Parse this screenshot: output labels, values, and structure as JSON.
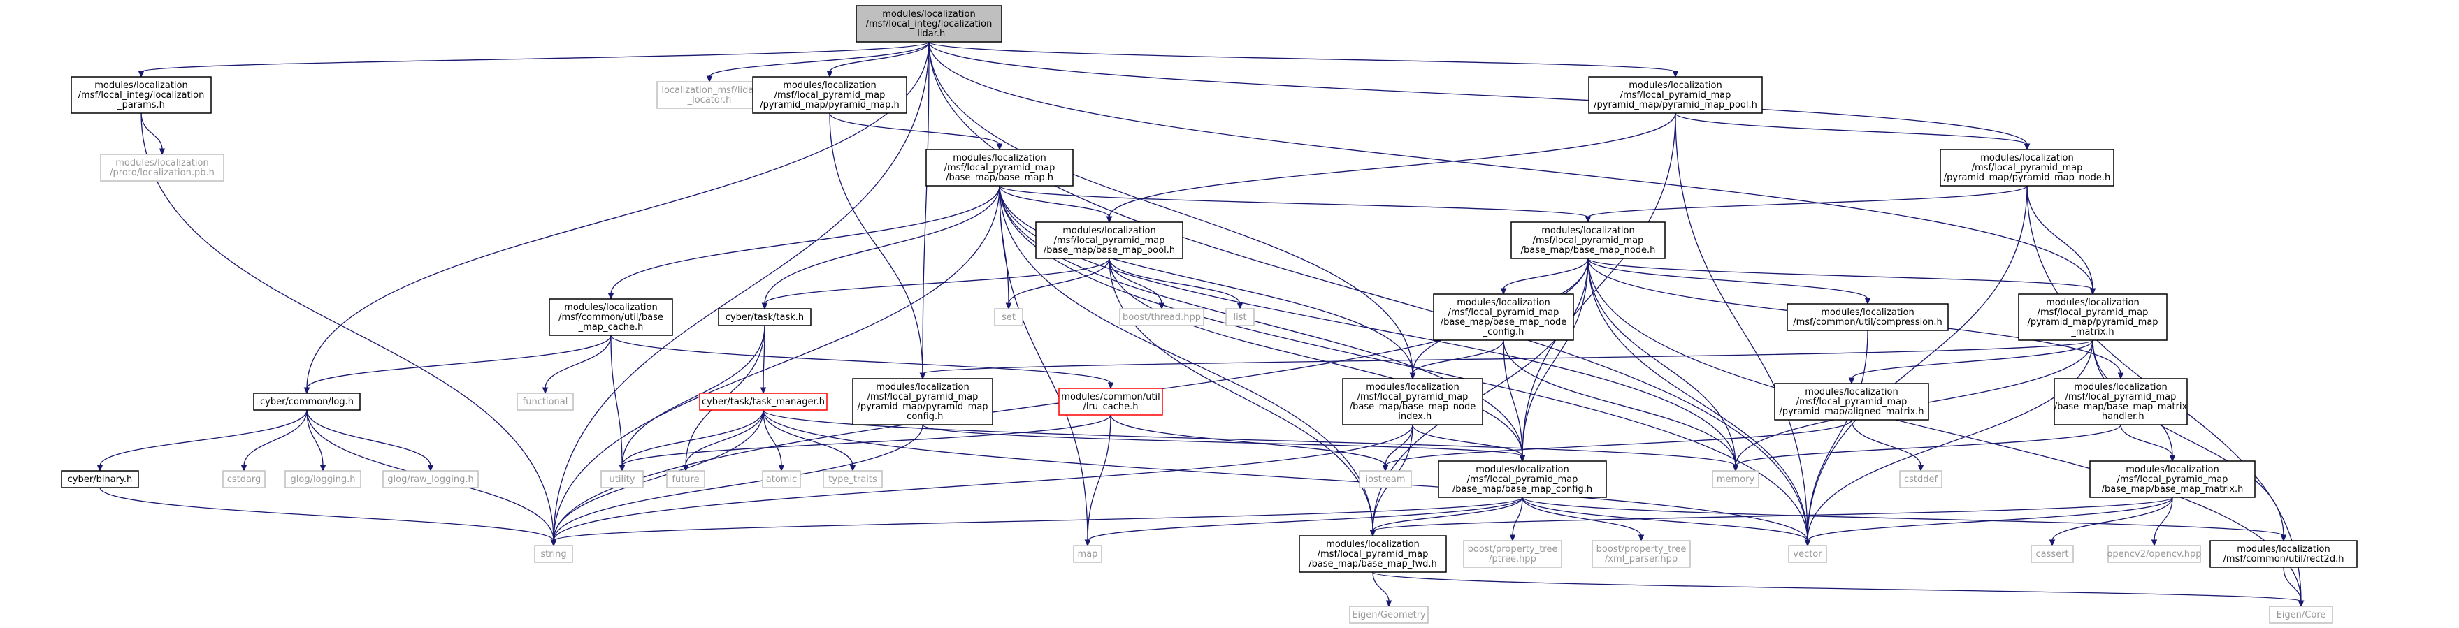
{
  "colors": {
    "edge": "#191970",
    "solid_border": "#000000",
    "missing_border": "#bfbfbf",
    "truncated_border": "#ff0000",
    "root_fill": "#bfbfbf",
    "node_fill": "#ffffff",
    "gray_text": "#9a9a9a"
  },
  "nodes": [
    {
      "id": "root",
      "kind": "root",
      "lines": [
        "modules/localization",
        "/msf/local_integ/localization",
        "_lidar.h"
      ]
    },
    {
      "id": "params",
      "kind": "solid",
      "lines": [
        "modules/localization",
        "/msf/local_integ/localization",
        "_params.h"
      ]
    },
    {
      "id": "proto",
      "kind": "missing",
      "lines": [
        "modules/localization",
        "/proto/localization.pb.h"
      ]
    },
    {
      "id": "lidar_locator",
      "kind": "missing",
      "lines": [
        "localization_msf/lidar",
        "_locator.h"
      ]
    },
    {
      "id": "pyramid_map",
      "kind": "solid",
      "lines": [
        "modules/localization",
        "/msf/local_pyramid_map",
        "/pyramid_map/pyramid_map.h"
      ]
    },
    {
      "id": "pyramid_map_pool",
      "kind": "solid",
      "lines": [
        "modules/localization",
        "/msf/local_pyramid_map",
        "/pyramid_map/pyramid_map_pool.h"
      ]
    },
    {
      "id": "pyramid_map_node",
      "kind": "solid",
      "lines": [
        "modules/localization",
        "/msf/local_pyramid_map",
        "/pyramid_map/pyramid_map_node.h"
      ]
    },
    {
      "id": "base_map",
      "kind": "solid",
      "lines": [
        "modules/localization",
        "/msf/local_pyramid_map",
        "/base_map/base_map.h"
      ]
    },
    {
      "id": "base_map_pool",
      "kind": "solid",
      "lines": [
        "modules/localization",
        "/msf/local_pyramid_map",
        "/base_map/base_map_pool.h"
      ]
    },
    {
      "id": "base_map_node",
      "kind": "solid",
      "lines": [
        "modules/localization",
        "/msf/local_pyramid_map",
        "/base_map/base_map_node.h"
      ]
    },
    {
      "id": "set",
      "kind": "missing",
      "lines": [
        "set"
      ]
    },
    {
      "id": "boost_thread",
      "kind": "missing",
      "lines": [
        "boost/thread.hpp"
      ]
    },
    {
      "id": "list",
      "kind": "missing",
      "lines": [
        "list"
      ]
    },
    {
      "id": "base_map_node_config",
      "kind": "solid",
      "lines": [
        "modules/localization",
        "/msf/local_pyramid_map",
        "/base_map/base_map_node",
        "_config.h"
      ]
    },
    {
      "id": "compression",
      "kind": "solid",
      "lines": [
        "modules/localization",
        "/msf/common/util/compression.h"
      ]
    },
    {
      "id": "pyramid_map_matrix",
      "kind": "solid",
      "lines": [
        "modules/localization",
        "/msf/local_pyramid_map",
        "/pyramid_map/pyramid_map",
        "_matrix.h"
      ]
    },
    {
      "id": "base_map_cache",
      "kind": "solid",
      "lines": [
        "modules/localization",
        "/msf/common/util/base",
        "_map_cache.h"
      ]
    },
    {
      "id": "task",
      "kind": "solid",
      "lines": [
        "cyber/task/task.h"
      ]
    },
    {
      "id": "functional",
      "kind": "missing",
      "lines": [
        "functional"
      ]
    },
    {
      "id": "task_manager",
      "kind": "truncated",
      "lines": [
        "cyber/task/task_manager.h"
      ]
    },
    {
      "id": "pyramid_map_config",
      "kind": "solid",
      "lines": [
        "modules/localization",
        "/msf/local_pyramid_map",
        "/pyramid_map/pyramid_map",
        "_config.h"
      ]
    },
    {
      "id": "lru_cache",
      "kind": "truncated",
      "lines": [
        "modules/common/util",
        "/lru_cache.h"
      ]
    },
    {
      "id": "base_map_node_index",
      "kind": "solid",
      "lines": [
        "modules/localization",
        "/msf/local_pyramid_map",
        "/base_map/base_map_node",
        "_index.h"
      ]
    },
    {
      "id": "aligned_matrix",
      "kind": "solid",
      "lines": [
        "modules/localization",
        "/msf/local_pyramid_map",
        "/pyramid_map/aligned_matrix.h"
      ]
    },
    {
      "id": "base_map_matrix_handler",
      "kind": "solid",
      "lines": [
        "modules/localization",
        "/msf/local_pyramid_map",
        "/base_map/base_map_matrix",
        "_handler.h"
      ]
    },
    {
      "id": "log",
      "kind": "solid",
      "lines": [
        "cyber/common/log.h"
      ]
    },
    {
      "id": "binary",
      "kind": "solid",
      "lines": [
        "cyber/binary.h"
      ]
    },
    {
      "id": "cstdarg",
      "kind": "missing",
      "lines": [
        "cstdarg"
      ]
    },
    {
      "id": "glog_logging",
      "kind": "missing",
      "lines": [
        "glog/logging.h"
      ]
    },
    {
      "id": "glog_raw_logging",
      "kind": "missing",
      "lines": [
        "glog/raw_logging.h"
      ]
    },
    {
      "id": "utility",
      "kind": "missing",
      "lines": [
        "utility"
      ]
    },
    {
      "id": "future",
      "kind": "missing",
      "lines": [
        "future"
      ]
    },
    {
      "id": "atomic",
      "kind": "missing",
      "lines": [
        "atomic"
      ]
    },
    {
      "id": "type_traits",
      "kind": "missing",
      "lines": [
        "type_traits"
      ]
    },
    {
      "id": "iostream",
      "kind": "missing",
      "lines": [
        "iostream"
      ]
    },
    {
      "id": "base_map_config",
      "kind": "solid",
      "lines": [
        "modules/localization",
        "/msf/local_pyramid_map",
        "/base_map/base_map_config.h"
      ]
    },
    {
      "id": "memory",
      "kind": "missing",
      "lines": [
        "memory"
      ]
    },
    {
      "id": "cstddef",
      "kind": "missing",
      "lines": [
        "cstddef"
      ]
    },
    {
      "id": "base_map_matrix",
      "kind": "solid",
      "lines": [
        "modules/localization",
        "/msf/local_pyramid_map",
        "/base_map/base_map_matrix.h"
      ]
    },
    {
      "id": "string",
      "kind": "missing",
      "lines": [
        "string"
      ]
    },
    {
      "id": "map",
      "kind": "missing",
      "lines": [
        "map"
      ]
    },
    {
      "id": "base_map_fwd",
      "kind": "solid",
      "lines": [
        "modules/localization",
        "/msf/local_pyramid_map",
        "/base_map/base_map_fwd.h"
      ]
    },
    {
      "id": "ptree",
      "kind": "missing",
      "lines": [
        "boost/property_tree",
        "/ptree.hpp"
      ]
    },
    {
      "id": "xml_parser",
      "kind": "missing",
      "lines": [
        "boost/property_tree",
        "/xml_parser.hpp"
      ]
    },
    {
      "id": "vector",
      "kind": "missing",
      "lines": [
        "vector"
      ]
    },
    {
      "id": "cassert",
      "kind": "missing",
      "lines": [
        "cassert"
      ]
    },
    {
      "id": "opencv",
      "kind": "missing",
      "lines": [
        "opencv2/opencv.hpp"
      ]
    },
    {
      "id": "rect2d",
      "kind": "solid",
      "lines": [
        "modules/localization",
        "/msf/common/util/rect2d.h"
      ]
    },
    {
      "id": "eigen_geometry",
      "kind": "missing",
      "lines": [
        "Eigen/Geometry"
      ]
    },
    {
      "id": "eigen_core",
      "kind": "missing",
      "lines": [
        "Eigen/Core"
      ]
    }
  ],
  "edges": [
    [
      "root",
      "params"
    ],
    [
      "root",
      "lidar_locator"
    ],
    [
      "root",
      "pyramid_map"
    ],
    [
      "root",
      "pyramid_map_pool"
    ],
    [
      "root",
      "pyramid_map_node"
    ],
    [
      "root",
      "pyramid_map_matrix"
    ],
    [
      "root",
      "pyramid_map_config"
    ],
    [
      "root",
      "base_map_node_index"
    ],
    [
      "root",
      "log"
    ],
    [
      "root",
      "string"
    ],
    [
      "root",
      "vector"
    ],
    [
      "params",
      "proto"
    ],
    [
      "params",
      "string"
    ],
    [
      "pyramid_map",
      "base_map"
    ],
    [
      "pyramid_map",
      "pyramid_map_config"
    ],
    [
      "pyramid_map_pool",
      "base_map_pool"
    ],
    [
      "pyramid_map_pool",
      "base_map_config"
    ],
    [
      "pyramid_map_pool",
      "pyramid_map_node"
    ],
    [
      "pyramid_map_pool",
      "vector"
    ],
    [
      "pyramid_map_node",
      "base_map_node"
    ],
    [
      "pyramid_map_node",
      "pyramid_map_matrix"
    ],
    [
      "pyramid_map_node",
      "vector"
    ],
    [
      "pyramid_map_node",
      "eigen_core"
    ],
    [
      "base_map",
      "base_map_pool"
    ],
    [
      "base_map",
      "base_map_node"
    ],
    [
      "base_map",
      "set"
    ],
    [
      "base_map",
      "base_map_cache"
    ],
    [
      "base_map",
      "task"
    ],
    [
      "base_map",
      "base_map_node_index"
    ],
    [
      "base_map",
      "base_map_config"
    ],
    [
      "base_map",
      "base_map_fwd"
    ],
    [
      "base_map",
      "string"
    ],
    [
      "base_map",
      "map"
    ],
    [
      "base_map",
      "memory"
    ],
    [
      "base_map",
      "vector"
    ],
    [
      "base_map_pool",
      "set"
    ],
    [
      "base_map_pool",
      "boost_thread"
    ],
    [
      "base_map_pool",
      "list"
    ],
    [
      "base_map_pool",
      "task"
    ],
    [
      "base_map_pool",
      "base_map_fwd"
    ],
    [
      "base_map_pool",
      "base_map_config"
    ],
    [
      "base_map_node",
      "base_map_node_config"
    ],
    [
      "base_map_node",
      "compression"
    ],
    [
      "base_map_node",
      "pyramid_map_matrix"
    ],
    [
      "base_map_node",
      "base_map_matrix_handler"
    ],
    [
      "base_map_node",
      "base_map_node_index"
    ],
    [
      "base_map_node",
      "base_map_config"
    ],
    [
      "base_map_node",
      "base_map_fwd"
    ],
    [
      "base_map_node",
      "eigen_core"
    ],
    [
      "base_map_node",
      "memory"
    ],
    [
      "base_map_node",
      "vector"
    ],
    [
      "base_map_node",
      "string"
    ],
    [
      "base_map_node_config",
      "base_map_node_index"
    ],
    [
      "base_map_node_config",
      "base_map_config"
    ],
    [
      "base_map_node_config",
      "memory"
    ],
    [
      "compression",
      "vector"
    ],
    [
      "pyramid_map_matrix",
      "aligned_matrix"
    ],
    [
      "pyramid_map_matrix",
      "base_map_matrix"
    ],
    [
      "pyramid_map_matrix",
      "pyramid_map_config"
    ],
    [
      "pyramid_map_matrix",
      "rect2d"
    ],
    [
      "pyramid_map_matrix",
      "memory"
    ],
    [
      "pyramid_map_matrix",
      "vector"
    ],
    [
      "base_map_cache",
      "functional"
    ],
    [
      "base_map_cache",
      "utility"
    ],
    [
      "base_map_cache",
      "lru_cache"
    ],
    [
      "base_map_cache",
      "log"
    ],
    [
      "task",
      "task_manager"
    ],
    [
      "task",
      "utility"
    ],
    [
      "task",
      "future"
    ],
    [
      "task_manager",
      "utility"
    ],
    [
      "task_manager",
      "future"
    ],
    [
      "task_manager",
      "atomic"
    ],
    [
      "task_manager",
      "type_traits"
    ],
    [
      "task_manager",
      "string"
    ],
    [
      "task_manager",
      "vector"
    ],
    [
      "task_manager",
      "memory"
    ],
    [
      "pyramid_map_config",
      "string"
    ],
    [
      "pyramid_map_config",
      "base_map_config"
    ],
    [
      "lru_cache",
      "utility"
    ],
    [
      "lru_cache",
      "map"
    ],
    [
      "lru_cache",
      "iostream"
    ],
    [
      "base_map_node_index",
      "iostream"
    ],
    [
      "base_map_node_index",
      "string"
    ],
    [
      "base_map_node_index",
      "base_map_config"
    ],
    [
      "base_map_node_index",
      "base_map_fwd"
    ],
    [
      "aligned_matrix",
      "iostream"
    ],
    [
      "aligned_matrix",
      "cstddef"
    ],
    [
      "base_map_matrix_handler",
      "base_map_matrix"
    ],
    [
      "base_map_matrix_handler",
      "memory"
    ],
    [
      "log",
      "binary"
    ],
    [
      "log",
      "cstdarg"
    ],
    [
      "log",
      "glog_logging"
    ],
    [
      "log",
      "glog_raw_logging"
    ],
    [
      "log",
      "string"
    ],
    [
      "binary",
      "string"
    ],
    [
      "base_map_config",
      "ptree"
    ],
    [
      "base_map_config",
      "xml_parser"
    ],
    [
      "base_map_config",
      "base_map_fwd"
    ],
    [
      "base_map_config",
      "string"
    ],
    [
      "base_map_config",
      "vector"
    ],
    [
      "base_map_config",
      "map"
    ],
    [
      "base_map_config",
      "rect2d"
    ],
    [
      "base_map_matrix",
      "cassert"
    ],
    [
      "base_map_matrix",
      "opencv"
    ],
    [
      "base_map_matrix",
      "base_map_fwd"
    ],
    [
      "base_map_matrix",
      "vector"
    ],
    [
      "base_map_fwd",
      "eigen_geometry"
    ],
    [
      "base_map_fwd",
      "eigen_core"
    ],
    [
      "rect2d",
      "eigen_core"
    ]
  ]
}
